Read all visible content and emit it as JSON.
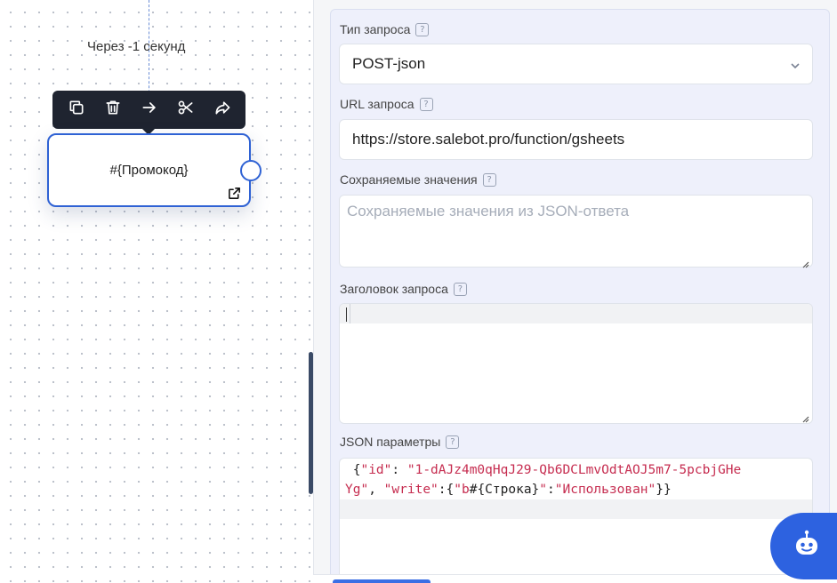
{
  "canvas": {
    "delay_label": "Через -1 секунд",
    "node_text": "#{Промокод}",
    "toolbar": {
      "icons": [
        "copy-icon",
        "trash-icon",
        "arrow-right-icon",
        "scissors-icon",
        "share-icon"
      ]
    }
  },
  "form": {
    "request_type": {
      "label": "Тип запроса",
      "value": "POST-json"
    },
    "url": {
      "label": "URL запроса",
      "value": "https://store.salebot.pro/function/gsheets"
    },
    "saved_values": {
      "label": "Сохраняемые значения",
      "placeholder": "Сохраняемые значения из JSON-ответа"
    },
    "request_header": {
      "label": "Заголовок запроса",
      "value": ""
    },
    "json_params": {
      "label": "JSON параметры",
      "tokens": {
        "open": " {",
        "key_id": "\"id\"",
        "colon1": ": ",
        "id_value": "\"1-dAJz4m0qHqJ29-Qb6DCLmvOdtAOJ5m7-5pcbjGHeYg\"",
        "comma": ", ",
        "key_write": "\"write\"",
        "colon2": ":{",
        "key_b": "\"b",
        "var": "#{Строка}",
        "key_b_end": "\"",
        "colon3": ":",
        "val_used": "\"Использован\"",
        "close": "}}"
      }
    },
    "help_glyph": "?"
  },
  "colors": {
    "accent": "#2f62d4",
    "string": "#c62d50",
    "toolbar_bg": "#1f2430",
    "bot_bg": "#2d62e0"
  }
}
